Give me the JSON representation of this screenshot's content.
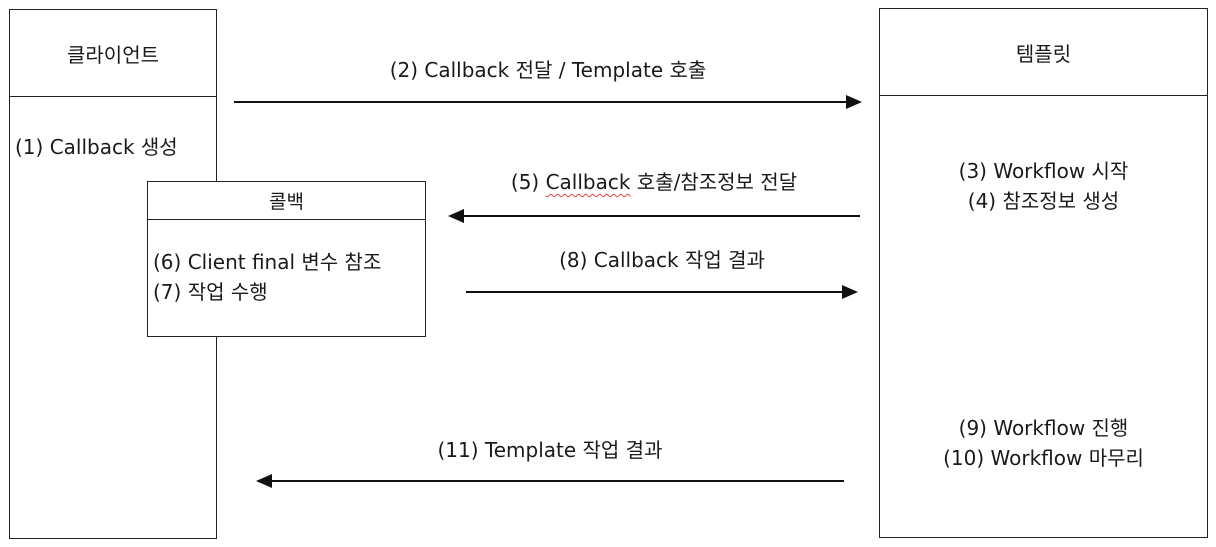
{
  "client": {
    "title": "클라이언트",
    "step1": "(1)  Callback 생성"
  },
  "template": {
    "title": "템플릿",
    "step3": "(3) Workflow 시작",
    "step4": "(4) 참조정보 생성",
    "step9": "(9) Workflow 진행",
    "step10": "(10) Workflow 마무리"
  },
  "callback": {
    "title": "콜백",
    "step6": "(6) Client final 변수 참조",
    "step7": "(7) 작업 수행"
  },
  "messages": {
    "m2": "(2) Callback 전달 / Template 호출",
    "m5_word": "Callback",
    "m5_prefix": "(5) ",
    "m5_suffix": " 호출/참조정보 전달",
    "m8": "(8) Callback 작업 결과",
    "m11": "(11) Template 작업 결과"
  },
  "colors": {
    "line": "#111111",
    "spellcheck": "#e0443a"
  }
}
